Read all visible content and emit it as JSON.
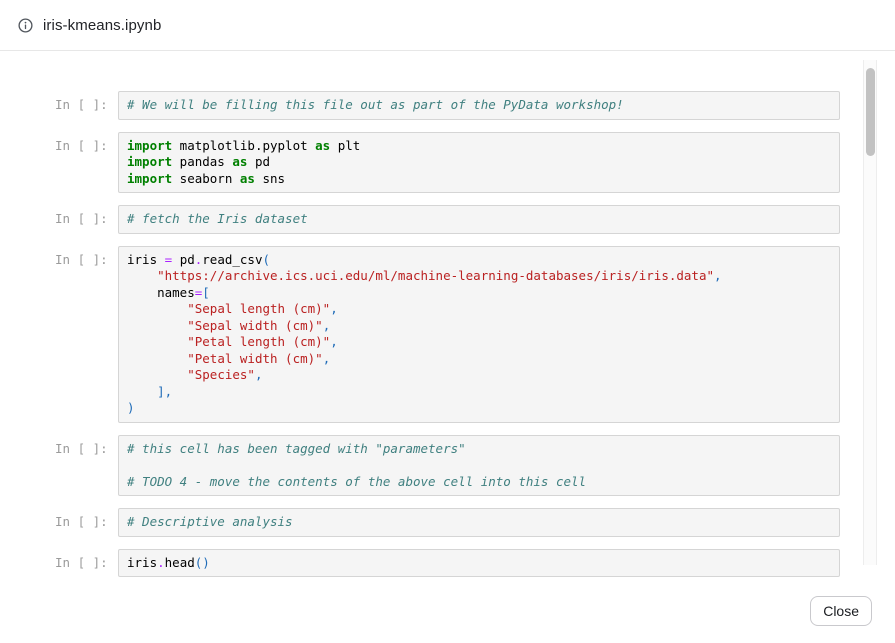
{
  "header": {
    "title": "iris-kmeans.ipynb",
    "icon": "info-icon"
  },
  "footer": {
    "close_label": "Close"
  },
  "colors": {
    "keyword": "#008000",
    "comment": "#408080",
    "string": "#BA2121",
    "operator": "#AA22FF",
    "punctuation": "#1E6BB8",
    "plain": "#000000",
    "cell_background": "#f5f5f5",
    "cell_border": "#d5d5d5",
    "prompt_text": "#9b9b9b"
  },
  "notebook": {
    "prompt": "In [ ]:",
    "token_styles": {
      "k": {
        "color": "#008000",
        "bold": true
      },
      "c": {
        "color": "#408080",
        "italic": true
      },
      "s": {
        "color": "#BA2121"
      },
      "o": {
        "color": "#AA22FF"
      },
      "p": {
        "color": "#1E6BB8"
      },
      "n": {
        "color": "#000000"
      }
    },
    "cells": [
      {
        "lines": [
          [
            [
              "c",
              "# We will be filling this file out as part of the PyData workshop!"
            ]
          ]
        ]
      },
      {
        "lines": [
          [
            [
              "k",
              "import"
            ],
            [
              "n",
              " matplotlib.pyplot "
            ],
            [
              "k",
              "as"
            ],
            [
              "n",
              " plt"
            ]
          ],
          [
            [
              "k",
              "import"
            ],
            [
              "n",
              " pandas "
            ],
            [
              "k",
              "as"
            ],
            [
              "n",
              " pd"
            ]
          ],
          [
            [
              "k",
              "import"
            ],
            [
              "n",
              " seaborn "
            ],
            [
              "k",
              "as"
            ],
            [
              "n",
              " sns"
            ]
          ]
        ]
      },
      {
        "lines": [
          [
            [
              "c",
              "# fetch the Iris dataset"
            ]
          ]
        ]
      },
      {
        "lines": [
          [
            [
              "n",
              "iris "
            ],
            [
              "o",
              "="
            ],
            [
              "n",
              " pd"
            ],
            [
              "o",
              "."
            ],
            [
              "n",
              "read_csv"
            ],
            [
              "p",
              "("
            ]
          ],
          [
            [
              "n",
              "    "
            ],
            [
              "s",
              "\"https://archive.ics.uci.edu/ml/machine-learning-databases/iris/iris.data\""
            ],
            [
              "p",
              ","
            ]
          ],
          [
            [
              "n",
              "    names"
            ],
            [
              "o",
              "="
            ],
            [
              "p",
              "["
            ]
          ],
          [
            [
              "n",
              "        "
            ],
            [
              "s",
              "\"Sepal length (cm)\""
            ],
            [
              "p",
              ","
            ]
          ],
          [
            [
              "n",
              "        "
            ],
            [
              "s",
              "\"Sepal width (cm)\""
            ],
            [
              "p",
              ","
            ]
          ],
          [
            [
              "n",
              "        "
            ],
            [
              "s",
              "\"Petal length (cm)\""
            ],
            [
              "p",
              ","
            ]
          ],
          [
            [
              "n",
              "        "
            ],
            [
              "s",
              "\"Petal width (cm)\""
            ],
            [
              "p",
              ","
            ]
          ],
          [
            [
              "n",
              "        "
            ],
            [
              "s",
              "\"Species\""
            ],
            [
              "p",
              ","
            ]
          ],
          [
            [
              "n",
              "    "
            ],
            [
              "p",
              "],"
            ]
          ],
          [
            [
              "p",
              ")"
            ]
          ]
        ]
      },
      {
        "lines": [
          [
            [
              "c",
              "# this cell has been tagged with \"parameters\""
            ]
          ],
          [],
          [
            [
              "c",
              "# TODO 4 - move the contents of the above cell into this cell"
            ]
          ]
        ]
      },
      {
        "lines": [
          [
            [
              "c",
              "# Descriptive analysis"
            ]
          ]
        ]
      },
      {
        "lines": [
          [
            [
              "n",
              "iris"
            ],
            [
              "o",
              "."
            ],
            [
              "n",
              "head"
            ],
            [
              "p",
              "()"
            ]
          ]
        ]
      }
    ]
  }
}
